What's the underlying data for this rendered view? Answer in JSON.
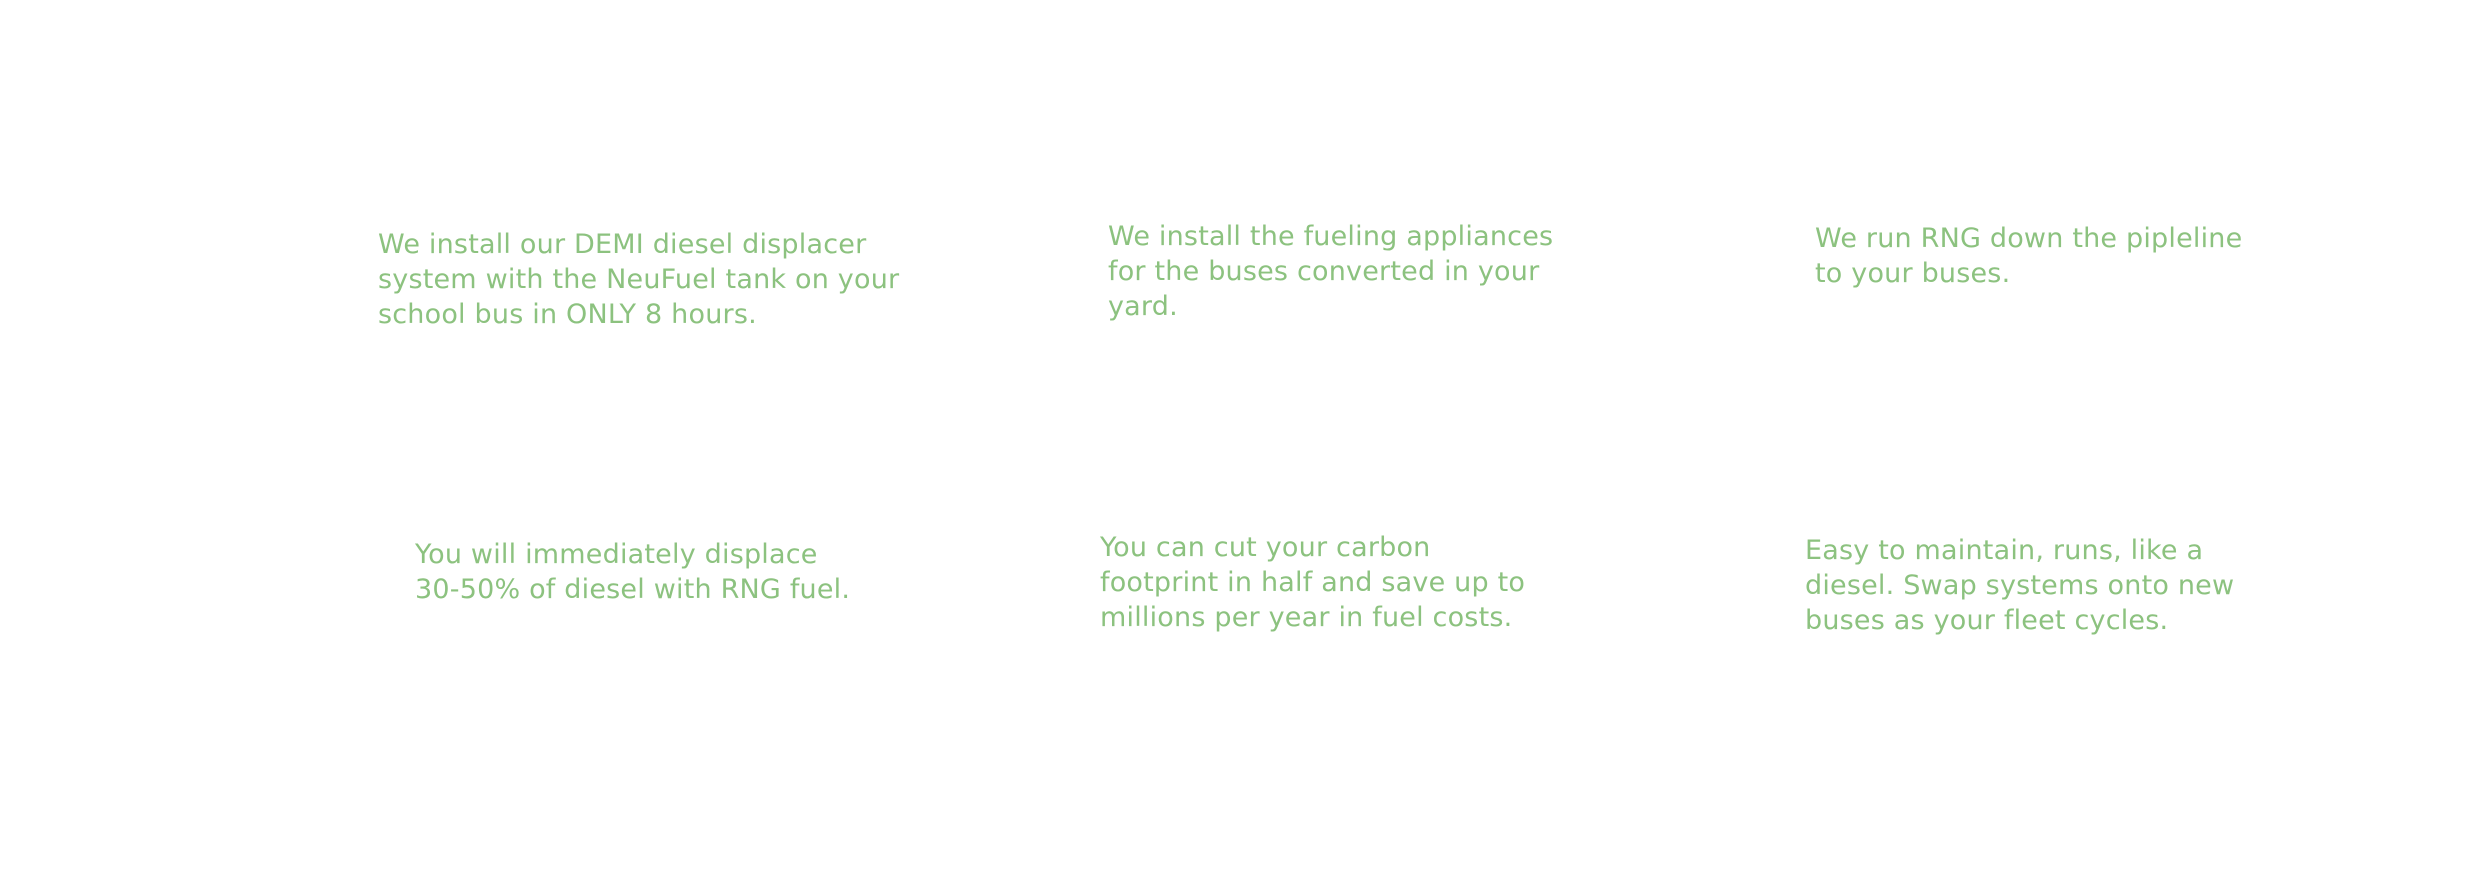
{
  "blocks": [
    {
      "lines": [
        "We install our DEMI diesel displacer",
        "system with the NeuFuel tank on your",
        "school bus in ONLY 8 hours."
      ]
    },
    {
      "lines": [
        "We install the fueling appliances",
        "for the buses converted in your",
        "yard."
      ]
    },
    {
      "lines": [
        "We run RNG down the pipleline",
        "to your buses."
      ]
    },
    {
      "lines": [
        "You will immediately displace",
        "30-50% of diesel with RNG fuel."
      ]
    },
    {
      "lines": [
        "You can cut your carbon",
        "footprint in half and save up to",
        "millions per year in fuel costs."
      ]
    },
    {
      "lines": [
        "Easy to maintain, runs, like a",
        "diesel. Swap systems onto new",
        "buses as your fleet cycles."
      ]
    }
  ],
  "colors": {
    "text": "#8cc27f",
    "background": "#ffffff"
  }
}
